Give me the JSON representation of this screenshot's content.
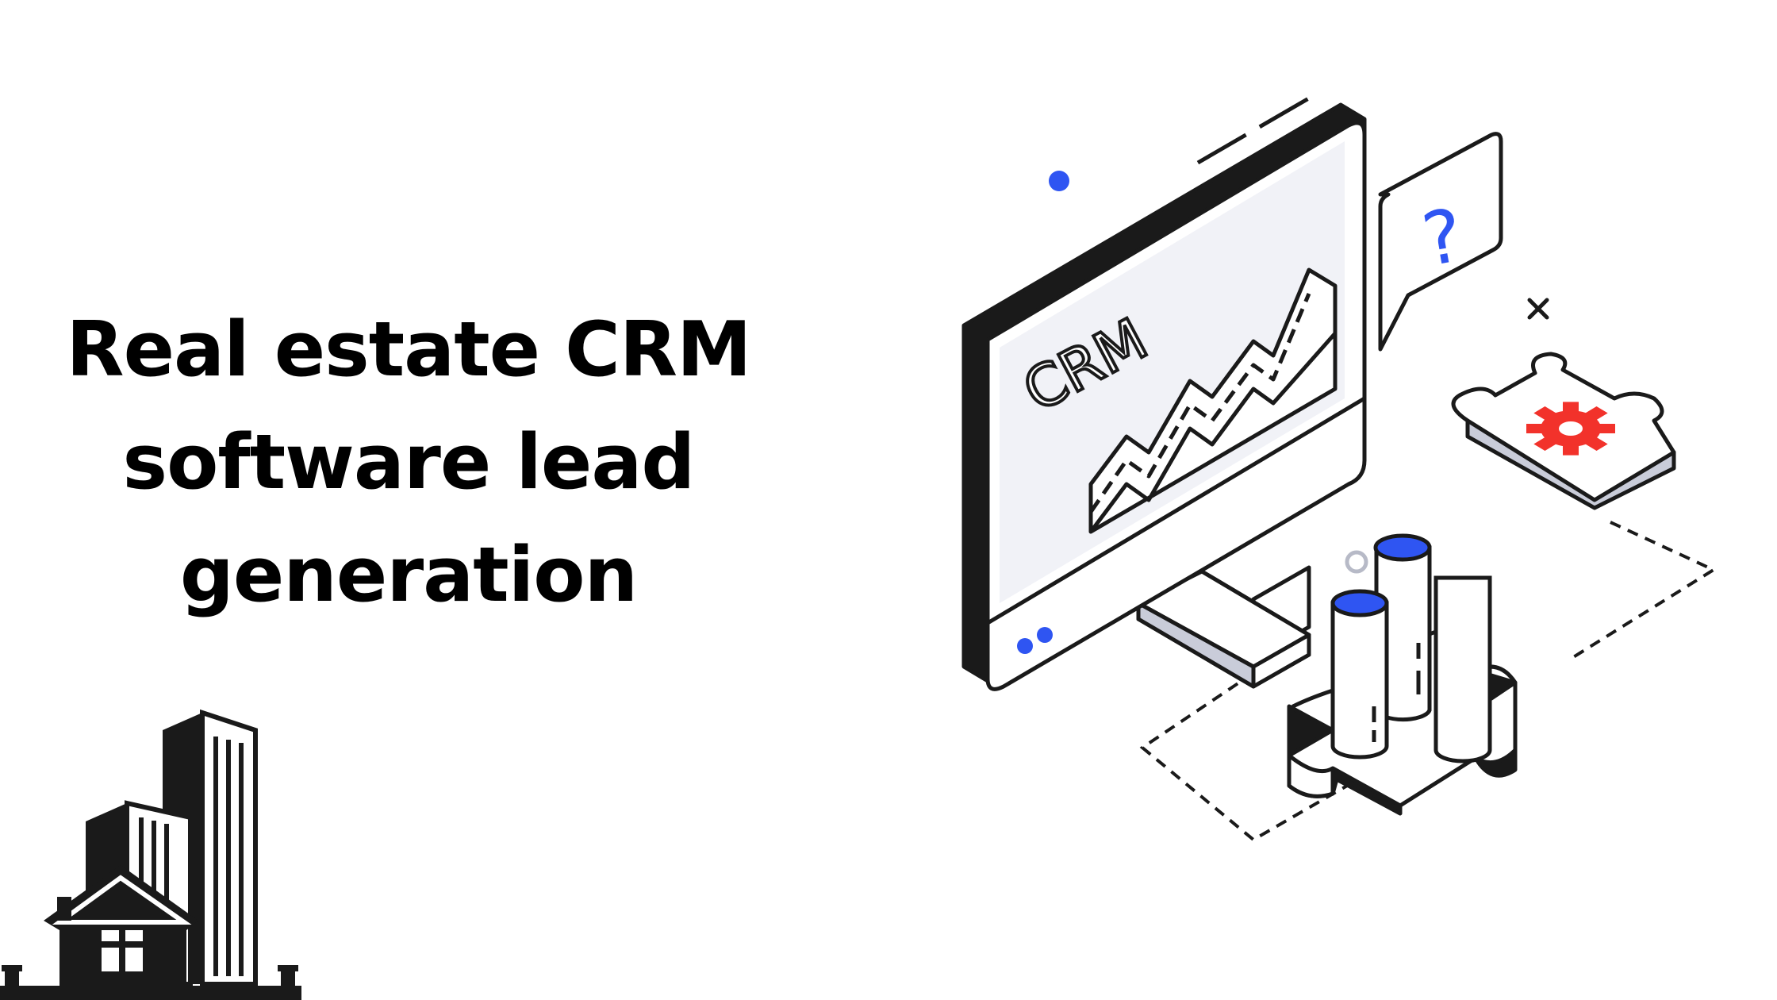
{
  "headline": {
    "line1": "Real estate CRM",
    "line2": "software lead",
    "line3": "generation"
  },
  "illustration": {
    "monitor_label": "CRM",
    "bubble_symbol": "?",
    "cross_mark": "×"
  },
  "icons": {
    "buildings": "city-buildings-icon",
    "house": "house-icon",
    "monitor": "monitor-icon",
    "question": "question-bubble-icon",
    "gear": "gear-icon",
    "puzzle": "puzzle-piece-icon",
    "cylinders": "cylinder-chart-icon"
  },
  "colors": {
    "text": "#000000",
    "line": "#1a1a1a",
    "accent_blue": "#2f55f2",
    "accent_red": "#f2322b",
    "screen_bg": "#f1f2f7",
    "grey": "#b7bac7"
  }
}
